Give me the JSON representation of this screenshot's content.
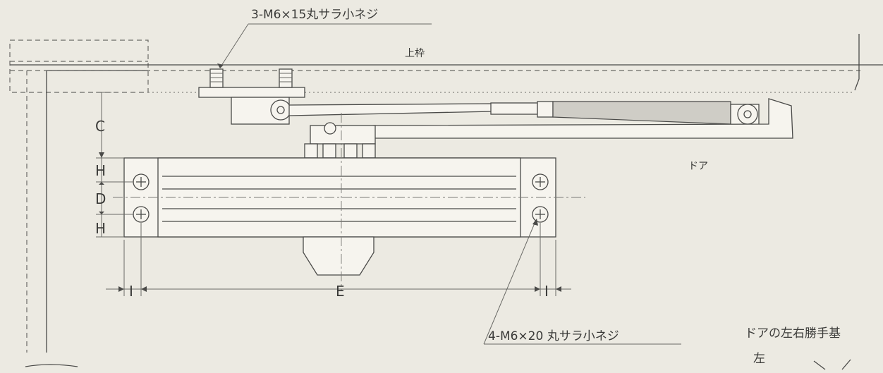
{
  "labels": {
    "top_screw_spec": "3-M6×15丸サラ小ネジ",
    "upper_frame": "上枠",
    "door": "ドア",
    "bottom_screw_spec": "4-M6×20 丸サラ小ネジ",
    "hand_note": "ドアの左右勝手基",
    "hand_left": "左"
  },
  "dimensions": {
    "c": "C",
    "h_top": "H",
    "d": "D",
    "h_bottom": "H",
    "i_left": "I",
    "e": "E",
    "i_right": "I"
  }
}
